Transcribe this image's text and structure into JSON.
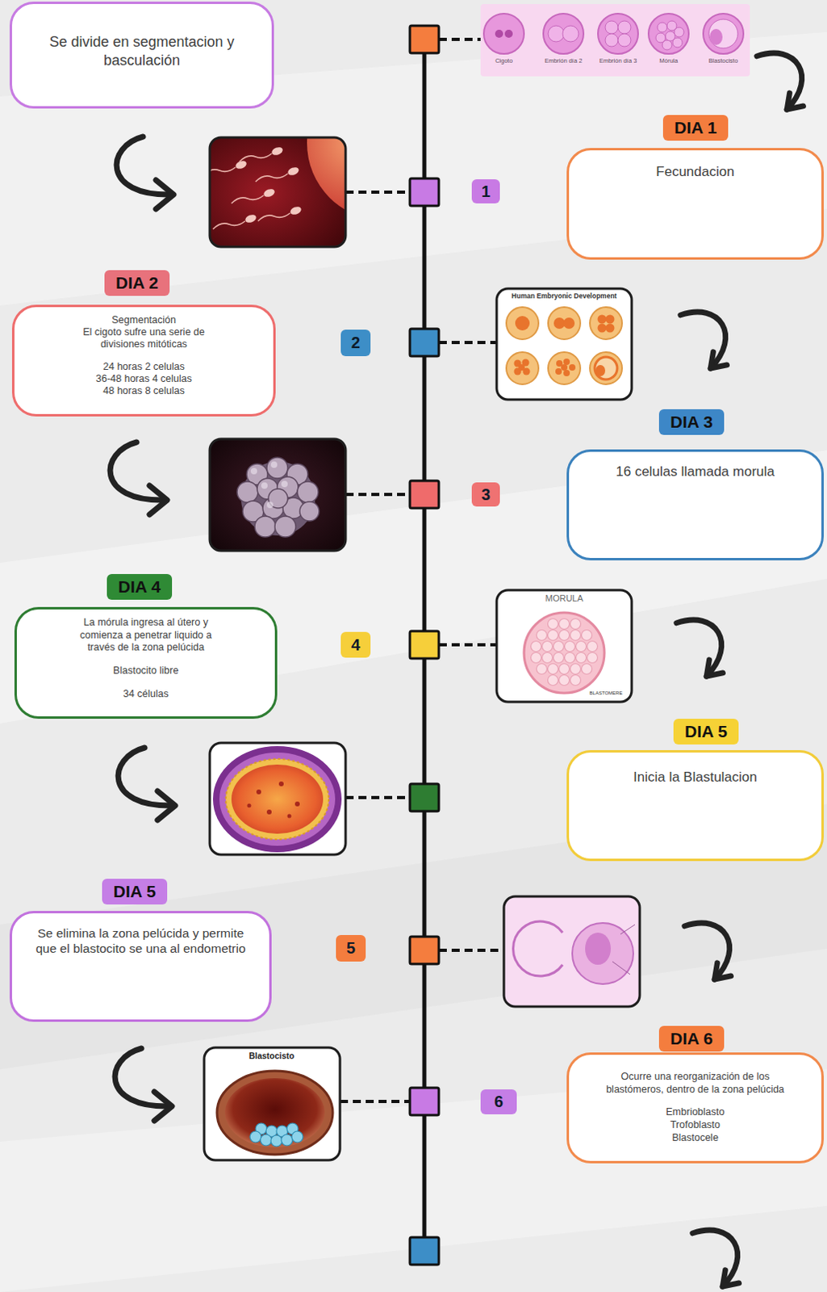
{
  "diagram": {
    "nodes": [
      {
        "text": [
          "Se divide en segmentacion y basculación"
        ]
      },
      {
        "text": [
          "DIA 1",
          "Fecundacion"
        ]
      },
      {
        "text": [
          "DIA 2",
          "Segmentación",
          "El cigoto sufre una serie de divisiones mitóticas",
          "24 horas 2 celulas",
          "36-48 horas 4 celulas",
          "48 horas 8 celulas"
        ]
      },
      {
        "text": [
          "DIA 3",
          "16 celulas llamada morula"
        ]
      },
      {
        "text": [
          "DIA 4",
          "La mórula ingresa al útero y comienza a penetrar liquido a través de la zona pelúcida",
          "Blastocito libre",
          "34 células"
        ]
      },
      {
        "text": [
          "DIA 5",
          "Inicia la Blastulacion"
        ]
      },
      {
        "text": [
          "DIA 5",
          "Se elimina la zona pelúcida y permite que el blastocito se una al endometrio"
        ]
      },
      {
        "text": [
          "DIA 6",
          "Ocurre una reorganización de los blastómeros, dentro de la zona pelúcida",
          "Embrioblasto",
          "Trofoblasto",
          "Blastocele"
        ]
      }
    ],
    "labels": [
      "Cigoto",
      "Embrión día 2",
      "Embrión día 3",
      "Mórula",
      "Blastocisto",
      "1",
      "2",
      "Human Embryonic Development",
      "3",
      "4",
      "MORULA",
      "BLASTOMERE",
      "5",
      "Blastocisto",
      "6"
    ]
  }
}
